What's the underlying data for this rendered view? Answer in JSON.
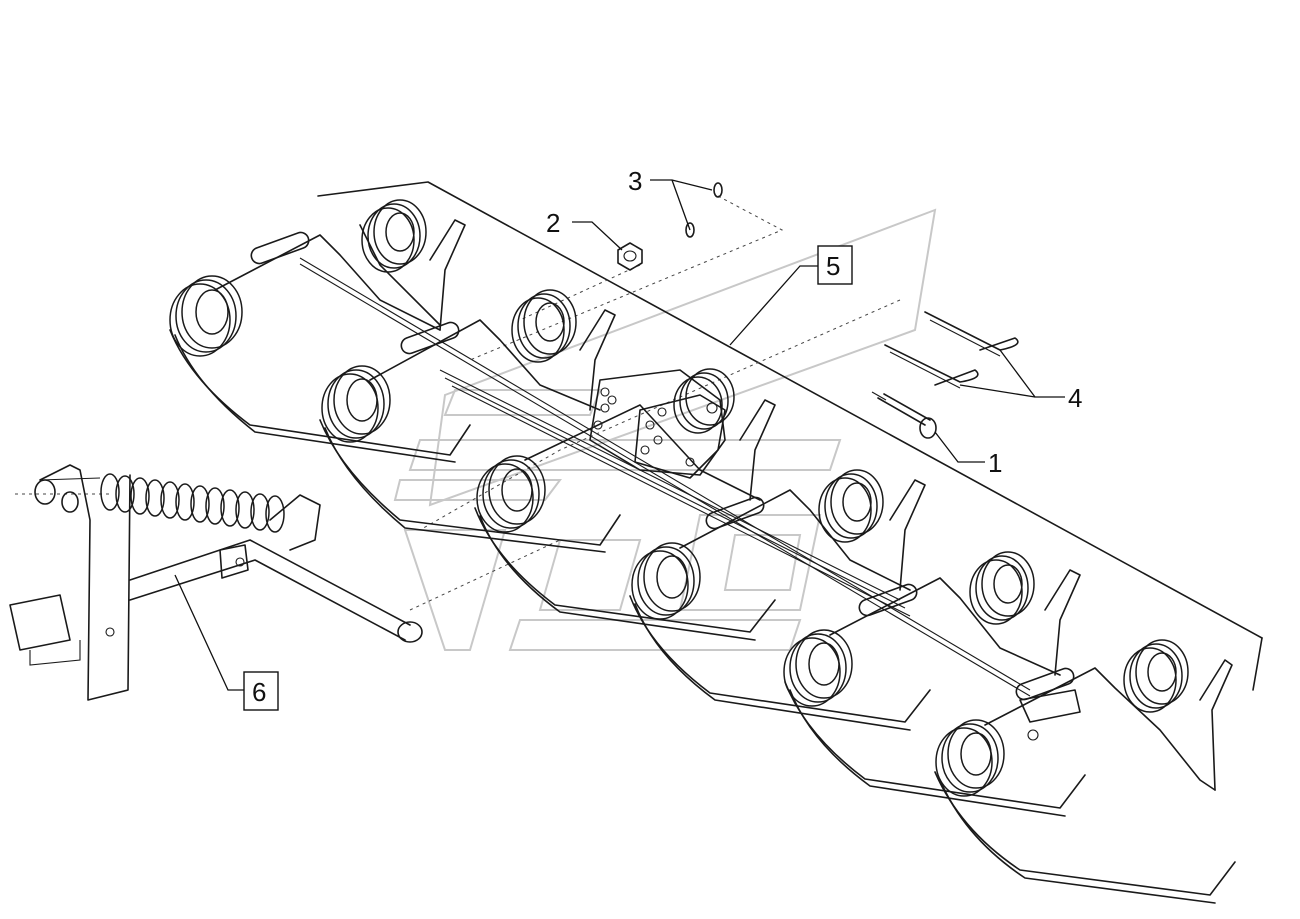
{
  "callouts": [
    {
      "id": "1",
      "label": "1",
      "boxed": false
    },
    {
      "id": "2",
      "label": "2",
      "boxed": false
    },
    {
      "id": "3",
      "label": "3",
      "boxed": false
    },
    {
      "id": "4",
      "label": "4",
      "boxed": false
    },
    {
      "id": "5",
      "label": "5",
      "boxed": true
    },
    {
      "id": "6",
      "label": "6",
      "boxed": true
    }
  ],
  "colors": {
    "line": "#1a1a1a",
    "watermark": "#c8c8c8",
    "background": "#ffffff"
  }
}
